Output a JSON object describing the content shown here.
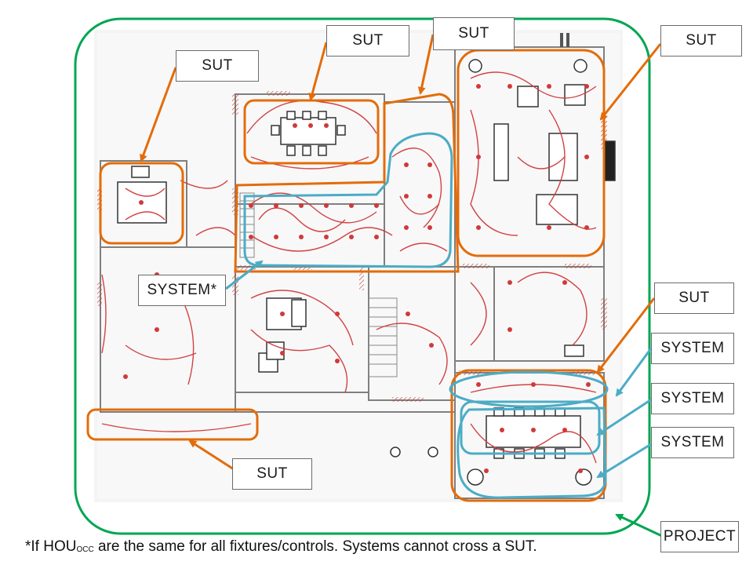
{
  "labels": {
    "sut_1": "SUT",
    "sut_2": "SUT",
    "sut_3": "SUT",
    "sut_4": "SUT",
    "sut_5": "SUT",
    "sut_6": "SUT",
    "system_star": "SYSTEM*",
    "system_1": "SYSTEM",
    "system_2": "SYSTEM",
    "system_3": "SYSTEM",
    "project": "PROJECT"
  },
  "footnote": {
    "prefix": "*If HOU",
    "subscript": "OCC",
    "suffix": " are the same for all fixtures/controls. Systems cannot cross a SUT."
  },
  "colors": {
    "sut_outline": "#e36c0a",
    "system_outline": "#4bacc6",
    "project_outline": "#00a651",
    "floorplan_lines": "#c0392b",
    "walls": "#7f7f7f"
  }
}
